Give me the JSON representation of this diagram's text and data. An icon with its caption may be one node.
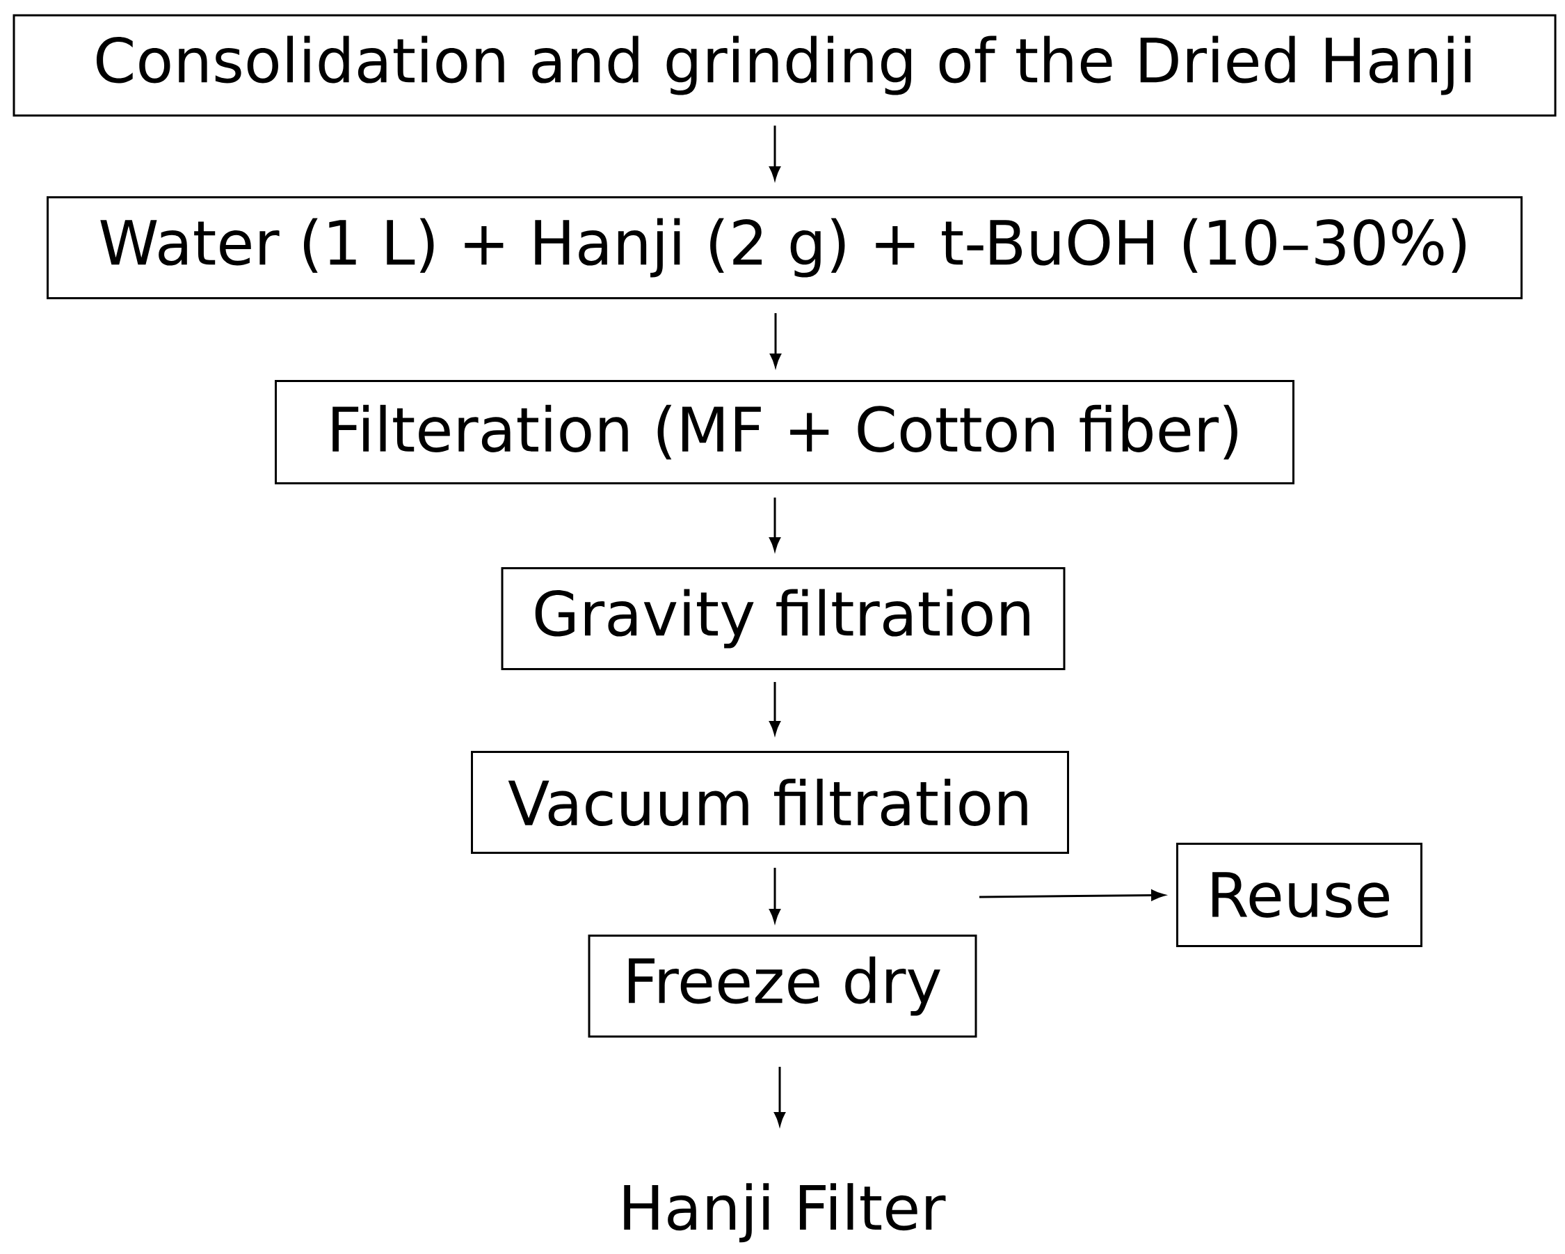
{
  "diagram": {
    "nodes": [
      {
        "text": [
          "Consolidation and grinding of the Dried Hanji"
        ]
      },
      {
        "text": [
          "Water (1 L) + Hanji (2 g) + t-BuOH (10–30%)"
        ]
      },
      {
        "text": [
          "Filteration (MF + Cotton fiber)"
        ]
      },
      {
        "text": [
          "Gravity filtration"
        ]
      },
      {
        "text": [
          "Vacuum filtration"
        ]
      },
      {
        "text": [
          "Reuse"
        ]
      },
      {
        "text": [
          "Freeze dry"
        ]
      },
      {
        "text": [
          "Hanji Filter"
        ]
      }
    ],
    "edges": [
      {
        "from": 0,
        "to": 1,
        "arrow": "to"
      },
      {
        "from": 1,
        "to": 2,
        "arrow": "to"
      },
      {
        "from": 2,
        "to": 3,
        "arrow": "to"
      },
      {
        "from": 3,
        "to": 4,
        "arrow": "to"
      },
      {
        "from": 4,
        "to": 6,
        "arrow": "to"
      },
      {
        "from": null,
        "to": 5,
        "arrow": "to"
      },
      {
        "from": 6,
        "to": 7,
        "arrow": "to"
      }
    ]
  }
}
